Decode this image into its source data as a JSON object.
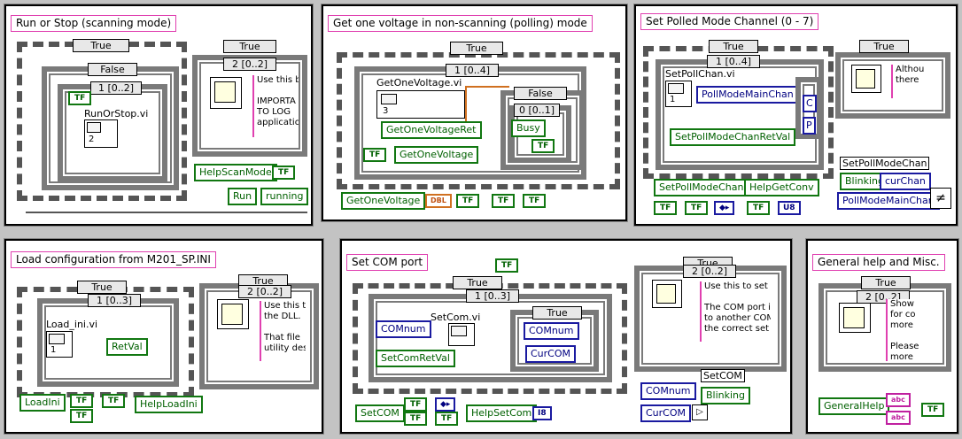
{
  "panels": {
    "run_stop": {
      "title": "Run or Stop (scanning mode)",
      "outer_case": "True",
      "inner_case": "False",
      "loop_sel": "1 [0..2]",
      "seq_sel": "2 [0..2]",
      "tf_const": "TF",
      "vi_label": "RunOrStop.vi",
      "vi_num": "2",
      "help_ctrl": "HelpScanMode",
      "help_tf": "TF",
      "run_ctrl": "Run",
      "running_ind": "running",
      "comment": "Use this b\n\nIMPORTA\nTO LOG\napplication"
    },
    "get_voltage": {
      "title": "Get one voltage in non-scanning (polling) mode",
      "outer_case": "True",
      "loop_sel": "1 [0..4]",
      "inner_case": "False",
      "inner_seq": "0 [0..1]",
      "vi_label": "GetOneVoltage.vi",
      "vi_num": "3",
      "ret_ind": "GetOneVoltageRet",
      "tf_const": "TF",
      "voltage_ind": "GetOneVoltage",
      "busy_ind": "Busy",
      "busy_tf": "TF",
      "bottom_ctrl": "GetOneVoltage",
      "dbl": "DBL",
      "tf1": "TF",
      "tf2": "TF"
    },
    "polled_channel": {
      "title": "Set Polled Mode Channel (0 - 7)",
      "outer_case": "True",
      "loop_sel": "1 [0..4]",
      "right_case": "True",
      "vi_label": "SetPollChan.vi",
      "vi_num": "1",
      "chan_ind": "PollModeMainChan",
      "ret_ind": "SetPollModeChanRetVal",
      "chip_a": "C",
      "chip_b": "P",
      "comment": "Althou\nthere",
      "setpoll_ctrl": "SetPollModeChan",
      "helpconv_ctrl": "HelpGetConv",
      "prop_label": "SetPollModeChan",
      "prop_blink": "Blinking",
      "curchan": "curChan",
      "mainchan": "PollModeMainChan",
      "tf1": "TF",
      "tf2": "TF",
      "tf3": "TF",
      "u8": "U8",
      "arrows": "◆▸"
    },
    "load_config": {
      "title": "Load configuration from M201_SP.INI",
      "outer_case": "True",
      "loop_sel": "1 [0..3]",
      "right_case": "True",
      "seq_sel": "2 [0..2]",
      "vi_label": "Load_ini.vi",
      "vi_num": "1",
      "ret_ind": "RetVal",
      "comment": "Use this t\nthe DLL.\n\nThat file \nutility des",
      "load_ctrl": "LoadIni",
      "tf1": "TF",
      "tf2": "TF",
      "tf3": "TF",
      "help_ctrl": "HelpLoadIni"
    },
    "com_port": {
      "title": "Set COM port",
      "top_tf": "TF",
      "outer_case": "True",
      "loop_sel": "1 [0..3]",
      "inner_case": "True",
      "right_case": "True",
      "seq_sel": "2 [0..2]",
      "vi_label": "SetCom.vi",
      "comnum_ctrl": "COMnum",
      "comnum_ind": "COMnum",
      "curcom_ind": "CurCOM",
      "ret_ind": "SetComRetVal",
      "comment": "Use this to set \n\nThe COM port i\nto another COM\nthe correct set",
      "setcom_ctrl": "SetCOM",
      "tf1": "TF",
      "tf2": "TF",
      "help_ctrl": "HelpSetCom",
      "i8": "I8",
      "prop_label": "SetCOM",
      "prop_blink": "Blinking",
      "comnum2": "COMnum",
      "curcom2": "CurCOM",
      "arrows": "◆▸"
    },
    "general": {
      "title": "General help and Misc.",
      "outer_case": "True",
      "seq_sel": "2 [0..2]",
      "comment": "Show\nfor co\nmore\n\nPlease\nmore",
      "help_ctrl": "GeneralHelp",
      "abc1": "abc",
      "abc2": "abc",
      "tf": "TF"
    }
  },
  "colors": {
    "boolean": "#117711",
    "numeric": "#1a1aa0",
    "string": "#c020a0",
    "double": "#d07020",
    "comment_border": "#e040b0"
  }
}
